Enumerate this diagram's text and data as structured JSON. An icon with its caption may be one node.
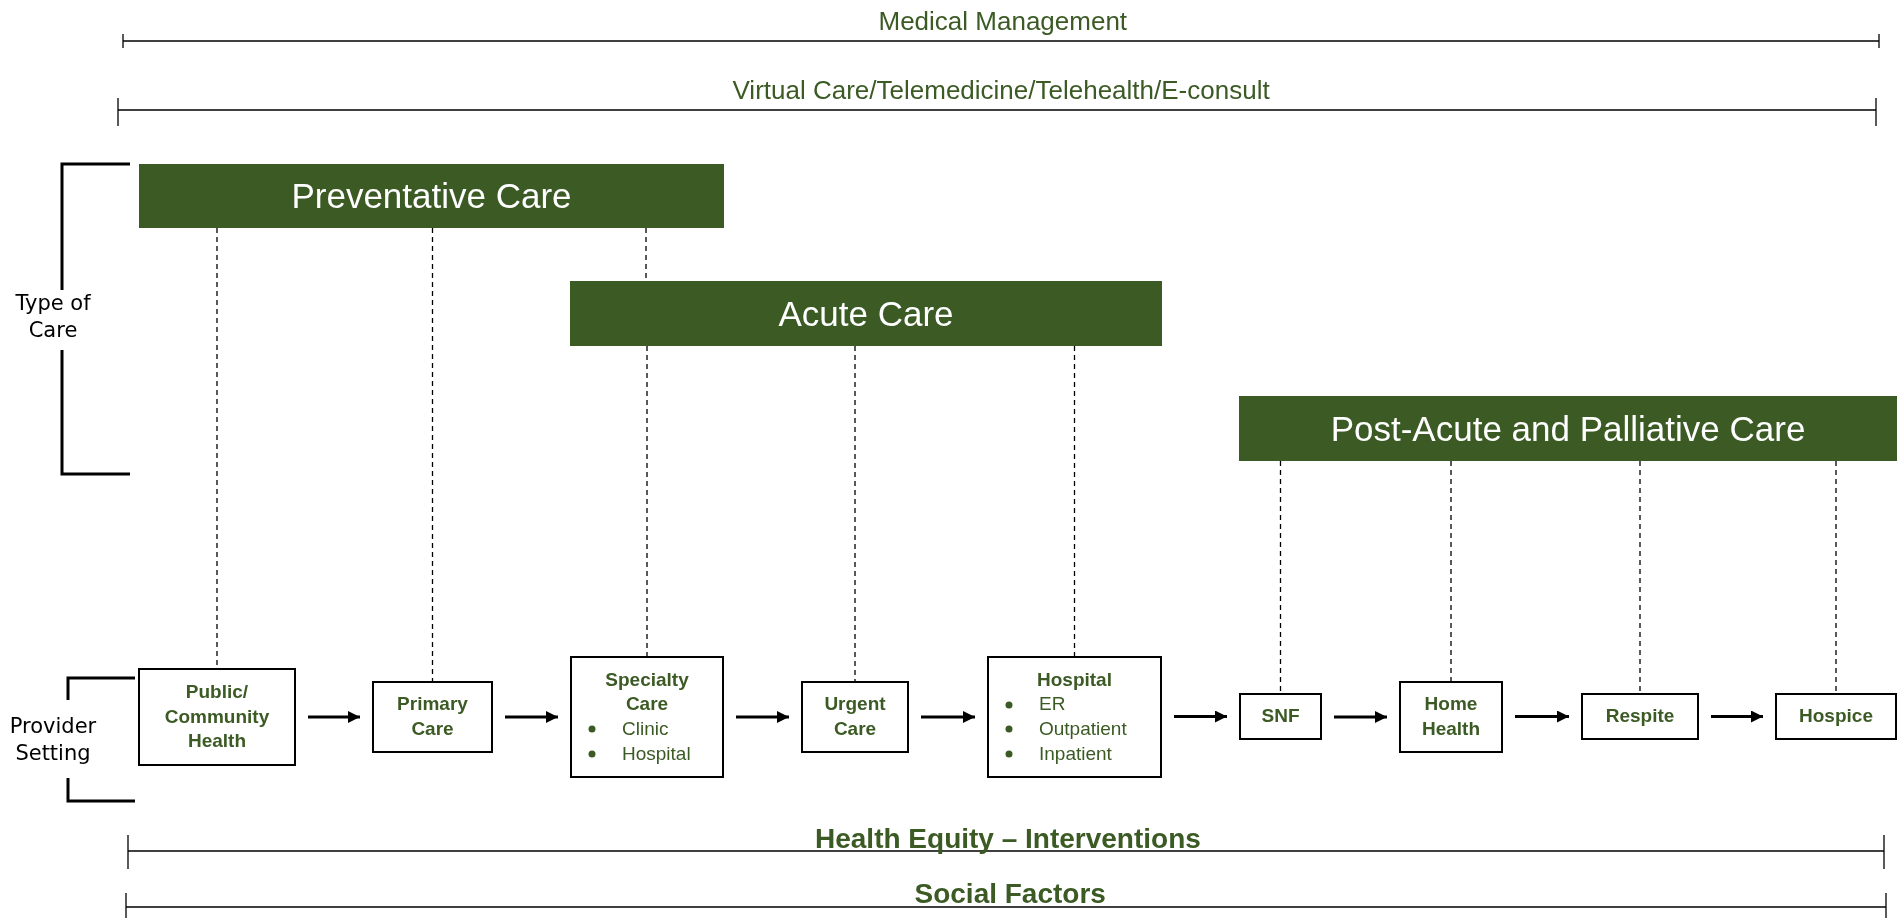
{
  "diagram": {
    "nodes": [
      {
        "text": [
          "Preventative Care"
        ]
      },
      {
        "text": [
          "Acute Care"
        ]
      },
      {
        "text": [
          "Post-Acute and Palliative Care"
        ]
      },
      {
        "text": [
          "Public/ Community Health"
        ]
      },
      {
        "text": [
          "Primary Care"
        ]
      },
      {
        "text": [
          "Specialty Care",
          "Clinic",
          "Hospital"
        ]
      },
      {
        "text": [
          "Urgent Care"
        ]
      },
      {
        "text": [
          "Hospital",
          "ER",
          "Outpatient",
          "Inpatient"
        ]
      },
      {
        "text": [
          "SNF"
        ]
      },
      {
        "text": [
          "Home Health"
        ]
      },
      {
        "text": [
          "Respite"
        ]
      },
      {
        "text": [
          "Hospice"
        ]
      }
    ],
    "edges": [
      {
        "from": 3,
        "to": 4,
        "arrow": "to"
      },
      {
        "from": 4,
        "to": 5,
        "arrow": "to"
      },
      {
        "from": 5,
        "to": 6,
        "arrow": "to"
      },
      {
        "from": 6,
        "to": 7,
        "arrow": "to"
      },
      {
        "from": 7,
        "to": 8,
        "arrow": "to"
      },
      {
        "from": 8,
        "to": 9,
        "arrow": "to"
      },
      {
        "from": 9,
        "to": 10,
        "arrow": "to"
      },
      {
        "from": 10,
        "to": 11,
        "arrow": "to"
      },
      {
        "from": 0,
        "to": 3,
        "arrow": "none",
        "style": "dashed"
      },
      {
        "from": 0,
        "to": 4,
        "arrow": "none",
        "style": "dashed"
      },
      {
        "from": 0,
        "to": 1,
        "arrow": "none",
        "style": "dashed"
      },
      {
        "from": 1,
        "to": 5,
        "arrow": "none",
        "style": "dashed"
      },
      {
        "from": 1,
        "to": 6,
        "arrow": "none",
        "style": "dashed"
      },
      {
        "from": 1,
        "to": 7,
        "arrow": "none",
        "style": "dashed"
      },
      {
        "from": 2,
        "to": 8,
        "arrow": "none",
        "style": "dashed"
      },
      {
        "from": 2,
        "to": 9,
        "arrow": "none",
        "style": "dashed"
      },
      {
        "from": 2,
        "to": 10,
        "arrow": "none",
        "style": "dashed"
      },
      {
        "from": 2,
        "to": 11,
        "arrow": "none",
        "style": "dashed"
      }
    ],
    "labels": [
      "Medical Management",
      "Virtual Care/Telemedicine/Telehealth/E-consult",
      "Type of Care",
      "Provider Setting",
      "Health Equity – Interventions",
      "Social Factors"
    ]
  }
}
